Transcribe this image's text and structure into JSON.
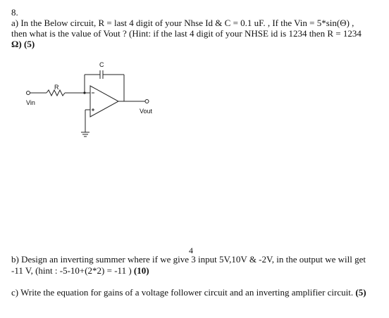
{
  "question": {
    "number": "8.",
    "part_a_line1": "a) In the Below circuit, R = last 4 digit of your Nhse Id & C = 0.1 uF. , If the Vin = 5*sin(Θ) ,",
    "part_a_line2": "then what is the value of Vout ? (Hint: if the last 4 digit of your NHSE id is 1234 then R = 1234",
    "part_a_line3_prefix": "Ω) (5)"
  },
  "circuit": {
    "label_c": "C",
    "label_r": "R",
    "label_vin": "Vin",
    "label_vout": "Vout"
  },
  "page_number": "4",
  "part_b": {
    "line1": "b) Design an inverting summer where if we give 3 input 5V,10V & -2V, in the output we will get",
    "line2_text": "-11 V, (hint : -5-10+(2*2) = -11 )",
    "line2_marks": "(10)"
  },
  "part_c": {
    "text": "c) Write the equation for gains of a voltage follower circuit and an inverting amplifier circuit.",
    "marks": "(5)"
  }
}
